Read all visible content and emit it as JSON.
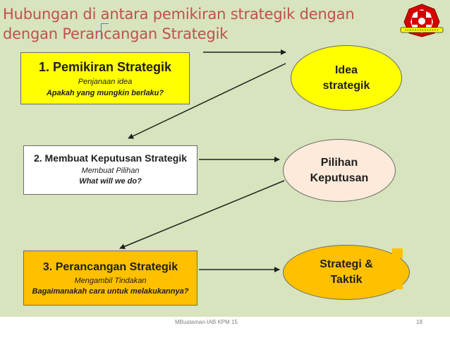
{
  "title": {
    "line1": "Hubungan di antara pemikiran strategik dengan",
    "line2": "dengan  Perancangan Strategik"
  },
  "boxes": [
    {
      "heading": "1. Pemikiran Strategik",
      "sub": "Penjanaan idea",
      "question": "Apakah yang mungkin berlaku?"
    },
    {
      "heading": "2. Membuat Keputusan Strategik",
      "sub": "Membuat Pilihan",
      "question": "What will we do?"
    },
    {
      "heading": "3. Perancangan Strategik",
      "sub": "Mengambil Tindakan",
      "question": "Bagaimanakah cara untuk melakukannya?"
    }
  ],
  "ellipses": [
    {
      "line1": "Idea",
      "line2": "strategik"
    },
    {
      "line1": "Pilihan",
      "line2": "Keputusan"
    },
    {
      "line1": "Strategi &",
      "line2": "Taktik"
    }
  ],
  "footer": {
    "center": "MBustaman-IAB KPM 15",
    "page": "18"
  },
  "colors": {
    "background": "#d7e4bd",
    "title": "#c0504d",
    "box1": "#ffff00",
    "box2": "#ffffff",
    "box3": "#ffc000",
    "ellipse2": "#fdeada"
  },
  "icons": {
    "logo": "red-emblem-logo"
  }
}
